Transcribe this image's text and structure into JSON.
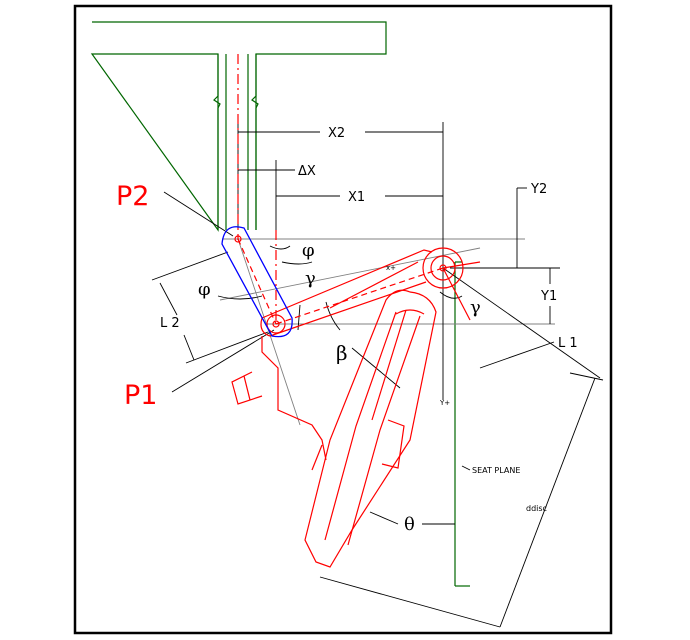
{
  "labels": {
    "x2": "X2",
    "delta_x": "ΔX",
    "x1": "X1",
    "y2": "Y2",
    "y1": "Y1",
    "l1": "L 1",
    "l2": "L 2",
    "p2": "P2",
    "p1": "P1",
    "phi_top": "φ",
    "phi_left": "φ",
    "gamma_top": "γ",
    "gamma_right": "γ",
    "beta": "β",
    "theta": "θ",
    "x_plus": "x+",
    "y_plus": "Y+",
    "seat_plane": "SEAT PLANE",
    "ddisc": "ddisc"
  },
  "colors": {
    "mechanism": "#ff0000",
    "link": "#0000ff",
    "structure": "#006600",
    "dimension": "#000000",
    "reference": "#808080"
  }
}
